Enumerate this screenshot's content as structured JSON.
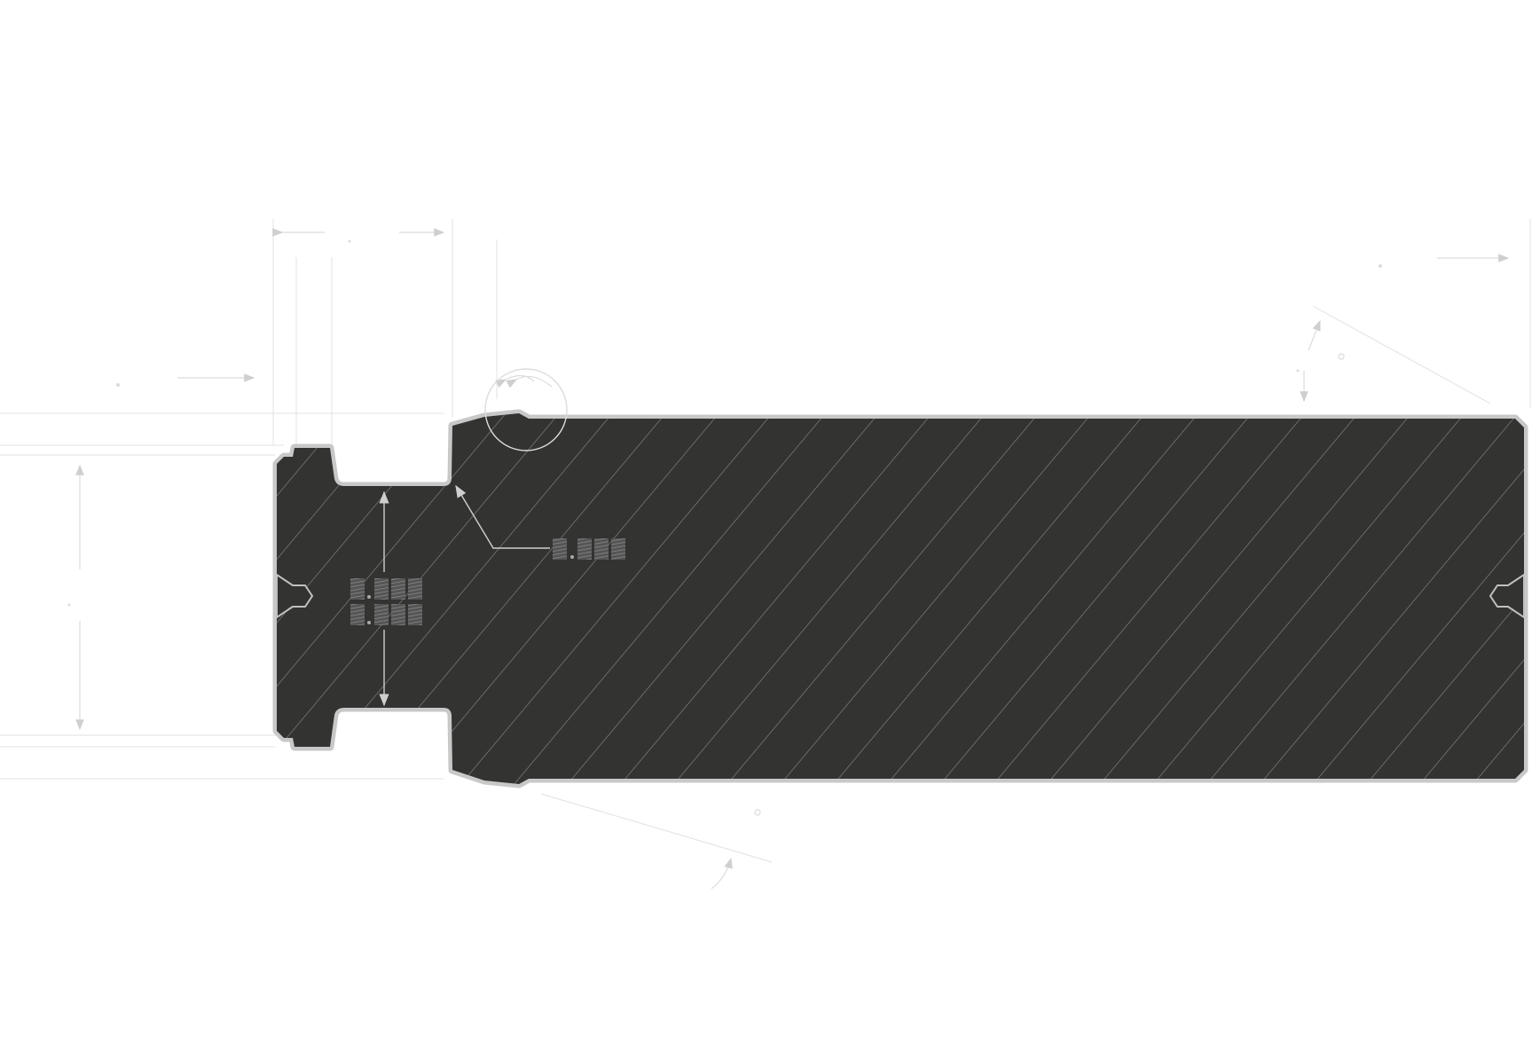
{
  "drawing": {
    "kind": "technical-section-drawing",
    "section_fill": "#333331",
    "outline_color": "#c8c8c8",
    "hatch_color": "#8c8c8c",
    "dimension_color": "#e2e2e2",
    "background": "#ffffff",
    "hatch_style": "diagonal"
  },
  "dimensions": {
    "neck_callout": {
      "value": "",
      "redacted": true,
      "mask_icon": "redacted-value"
    },
    "neck_height_upper": {
      "value": "",
      "redacted": true,
      "mask_icon": "redacted-value"
    },
    "neck_height_lower": {
      "value": "",
      "redacted": true,
      "mask_icon": "redacted-value"
    }
  },
  "features": {
    "center_hole_left": "center-point-icon",
    "center_hole_right": "center-point-icon"
  }
}
